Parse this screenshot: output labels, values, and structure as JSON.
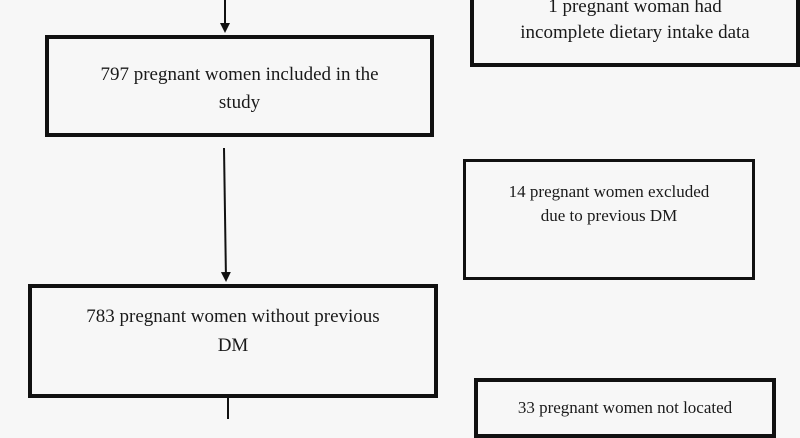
{
  "flowchart": {
    "box_top_right": {
      "lines": [
        "1 pregnant woman had",
        "incomplete dietary intake data"
      ]
    },
    "box_included": {
      "lines": [
        "797 pregnant women included in the",
        "study"
      ]
    },
    "box_excluded_dm": {
      "lines": [
        "14 pregnant women excluded",
        "due to previous DM"
      ]
    },
    "box_without_dm": {
      "lines": [
        "783 pregnant women without previous",
        "DM"
      ]
    },
    "box_not_located": {
      "lines": [
        "33 pregnant women not located"
      ]
    }
  }
}
